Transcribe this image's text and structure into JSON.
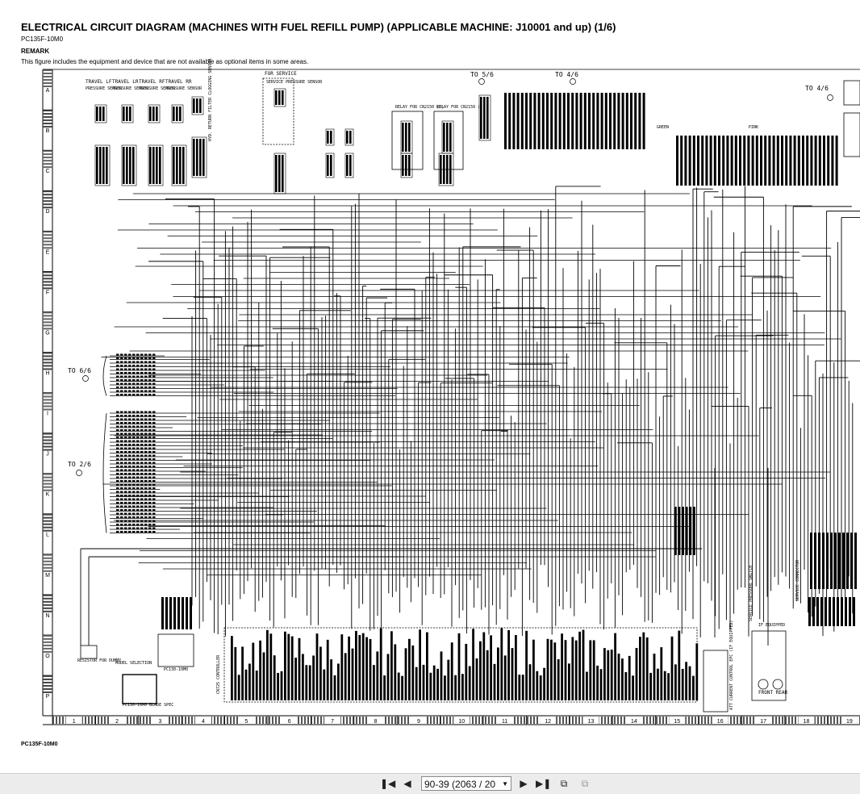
{
  "document": {
    "title": "ELECTRICAL CIRCUIT DIAGRAM (MACHINES WITH FUEL REFILL PUMP) (APPLICABLE MACHINE: J10001 and up) (1/6)",
    "model": "PC135F-10M0",
    "remark_heading": "REMARK",
    "remark_text": "This figure includes the equipment and device that are not available as optional items in some areas.",
    "footer_model": "PC135F-10M0"
  },
  "grid": {
    "rows": [
      "A",
      "B",
      "C",
      "D",
      "E",
      "F",
      "G",
      "H",
      "I",
      "J",
      "K",
      "L",
      "M",
      "N",
      "O",
      "P"
    ],
    "columns": [
      "1",
      "2",
      "3",
      "4",
      "5",
      "6",
      "7",
      "8",
      "9",
      "10",
      "11",
      "12",
      "13",
      "14",
      "15",
      "16",
      "17",
      "18",
      "19"
    ]
  },
  "labels": {
    "sensors_top": [
      "TRAVEL LF",
      "TRAVEL LR",
      "TRAVEL RF",
      "TRAVEL RR"
    ],
    "pressure_sensor": "PRESSURE SENSOR",
    "for_service": "FOR SERVICE",
    "service_pressure_sensor": "SERVICE PRESSURE SENSOR",
    "hyd_return_filter": "HYD. RETURN FILTER CLOGGING SENSOR",
    "relay_1": "RELAY FOR CN2150 (1)",
    "relay_2": "RELAY FOR CN2150 (2)",
    "to_5_6": "TO 5/6",
    "to_4_6_a": "TO 4/6",
    "to_4_6_b": "TO 4/6",
    "to_6_6": "TO 6/6",
    "to_2_6": "TO 2/6",
    "green": "GREEN",
    "pink": "PINK",
    "resistor": "RESISTOR FOR DUMMY",
    "model_selection": "MODEL SELECTION",
    "pc130_box": "PC130-10M0",
    "pc130_blade": "PC130-10M0 BLADE SPEC",
    "controller": "CN725 CONTROLLER",
    "att_current": "ATT CURRENT CONTROL EPC (IF EQUIPPED)",
    "service_pressure_switch": "SERVICE PRESSURE SWITCH",
    "if_equipped": "IF EQUIPPED",
    "front_rear": "FRONT REAR",
    "service_connector": "SERVICE CONNECTOR"
  },
  "viewer": {
    "page_value": "90-39 (2063 / 20",
    "first_icon": "first-page-icon",
    "prev_icon": "prev-page-icon",
    "next_icon": "next-page-icon",
    "last_icon": "last-page-icon"
  }
}
